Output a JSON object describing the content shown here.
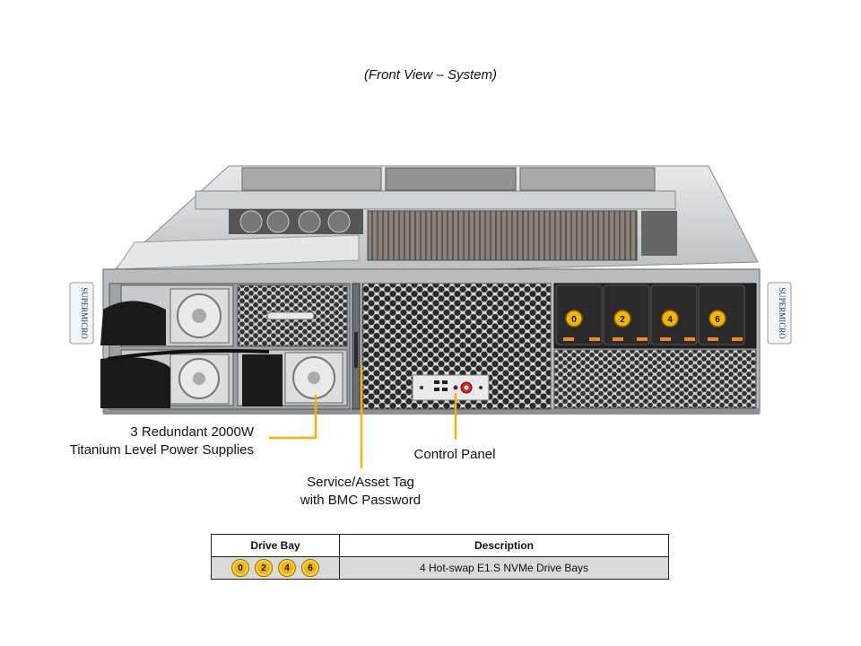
{
  "caption": "(Front View – System)",
  "brand_text": "SUPERMICRO",
  "callouts": {
    "power_supplies": [
      "3 Redundant 2000W",
      "Titanium Level Power Supplies"
    ],
    "service_tag": [
      "Service/Asset Tag",
      "with BMC Password"
    ],
    "control_panel": "Control Panel"
  },
  "drive_bays": [
    "0",
    "2",
    "4",
    "6"
  ],
  "table": {
    "headers": [
      "Drive Bay",
      "Description"
    ],
    "rows": [
      {
        "bays": [
          "0",
          "2",
          "4",
          "6"
        ],
        "description": "4 Hot-swap E1.S NVMe Drive Bays"
      }
    ]
  },
  "colors": {
    "accent": "#f2b600",
    "callout_line": "#f0b400",
    "chassis": "#c9ccd0",
    "dark": "#1a1a1a"
  }
}
